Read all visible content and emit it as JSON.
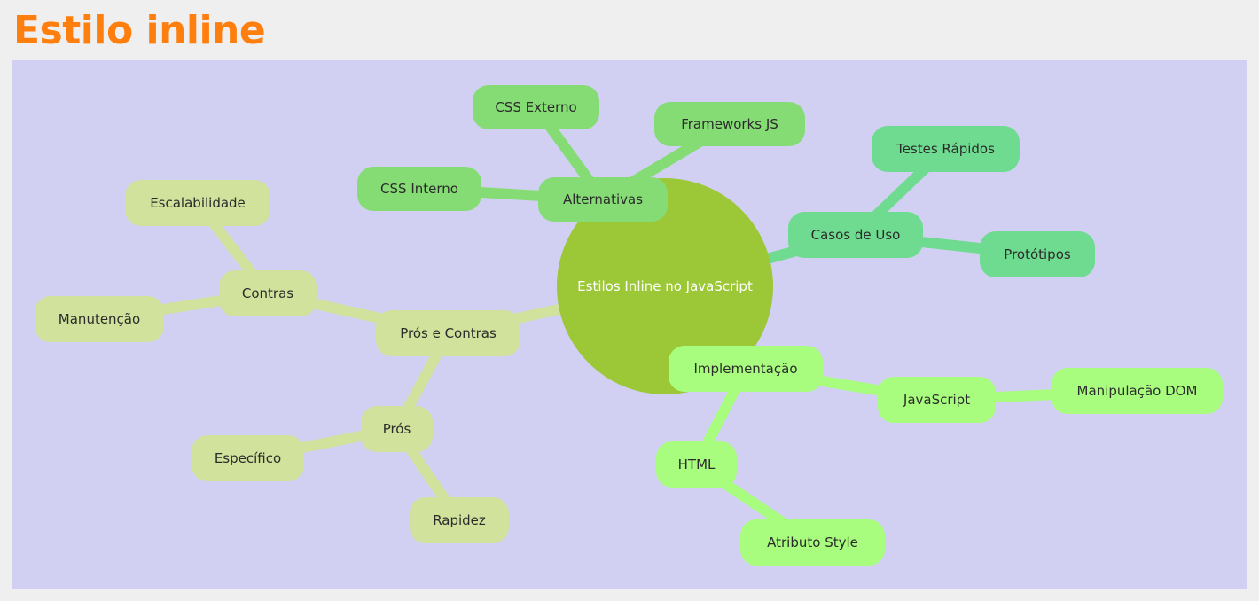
{
  "header": {
    "title": "Estilo inline",
    "title_color": "#ff7f0e"
  },
  "diagram": {
    "background": "#d1d0f3",
    "root": {
      "id": "root",
      "label": "Estilos Inline no JavaScript",
      "color": "#9cc736"
    },
    "nodes": [
      {
        "id": "alternativas",
        "label": "Alternativas",
        "parent": "root",
        "color": "#86dc74"
      },
      {
        "id": "css-externo",
        "label": "CSS Externo",
        "parent": "alternativas",
        "color": "#86dc74"
      },
      {
        "id": "frameworks-js",
        "label": "Frameworks JS",
        "parent": "alternativas",
        "color": "#86dc74"
      },
      {
        "id": "css-interno",
        "label": "CSS Interno",
        "parent": "alternativas",
        "color": "#86dc74"
      },
      {
        "id": "casos-de-uso",
        "label": "Casos de Uso",
        "parent": "root",
        "color": "#6fdb90"
      },
      {
        "id": "testes-rapidos",
        "label": "Testes Rápidos",
        "parent": "casos-de-uso",
        "color": "#6fdb90"
      },
      {
        "id": "prototipos",
        "label": "Protótipos",
        "parent": "casos-de-uso",
        "color": "#6fdb90"
      },
      {
        "id": "pros-e-contras",
        "label": "Prós e Contras",
        "parent": "root",
        "color": "#d0e29b"
      },
      {
        "id": "contras",
        "label": "Contras",
        "parent": "pros-e-contras",
        "color": "#d0e29b"
      },
      {
        "id": "escalabilidade",
        "label": "Escalabilidade",
        "parent": "contras",
        "color": "#d0e29b"
      },
      {
        "id": "manutencao",
        "label": "Manutenção",
        "parent": "contras",
        "color": "#d0e29b"
      },
      {
        "id": "pros",
        "label": "Prós",
        "parent": "pros-e-contras",
        "color": "#d0e29b"
      },
      {
        "id": "especifico",
        "label": "Específico",
        "parent": "pros",
        "color": "#d0e29b"
      },
      {
        "id": "rapidez",
        "label": "Rapidez",
        "parent": "pros",
        "color": "#d0e29b"
      },
      {
        "id": "implementacao",
        "label": "Implementação",
        "parent": "root",
        "color": "#a9fd7e"
      },
      {
        "id": "javascript",
        "label": "JavaScript",
        "parent": "implementacao",
        "color": "#a9fd7e"
      },
      {
        "id": "manipulacao-dom",
        "label": "Manipulação DOM",
        "parent": "javascript",
        "color": "#a9fd7e"
      },
      {
        "id": "html",
        "label": "HTML",
        "parent": "implementacao",
        "color": "#a9fd7e"
      },
      {
        "id": "atributo-style",
        "label": "Atributo Style",
        "parent": "html",
        "color": "#a9fd7e"
      }
    ]
  }
}
